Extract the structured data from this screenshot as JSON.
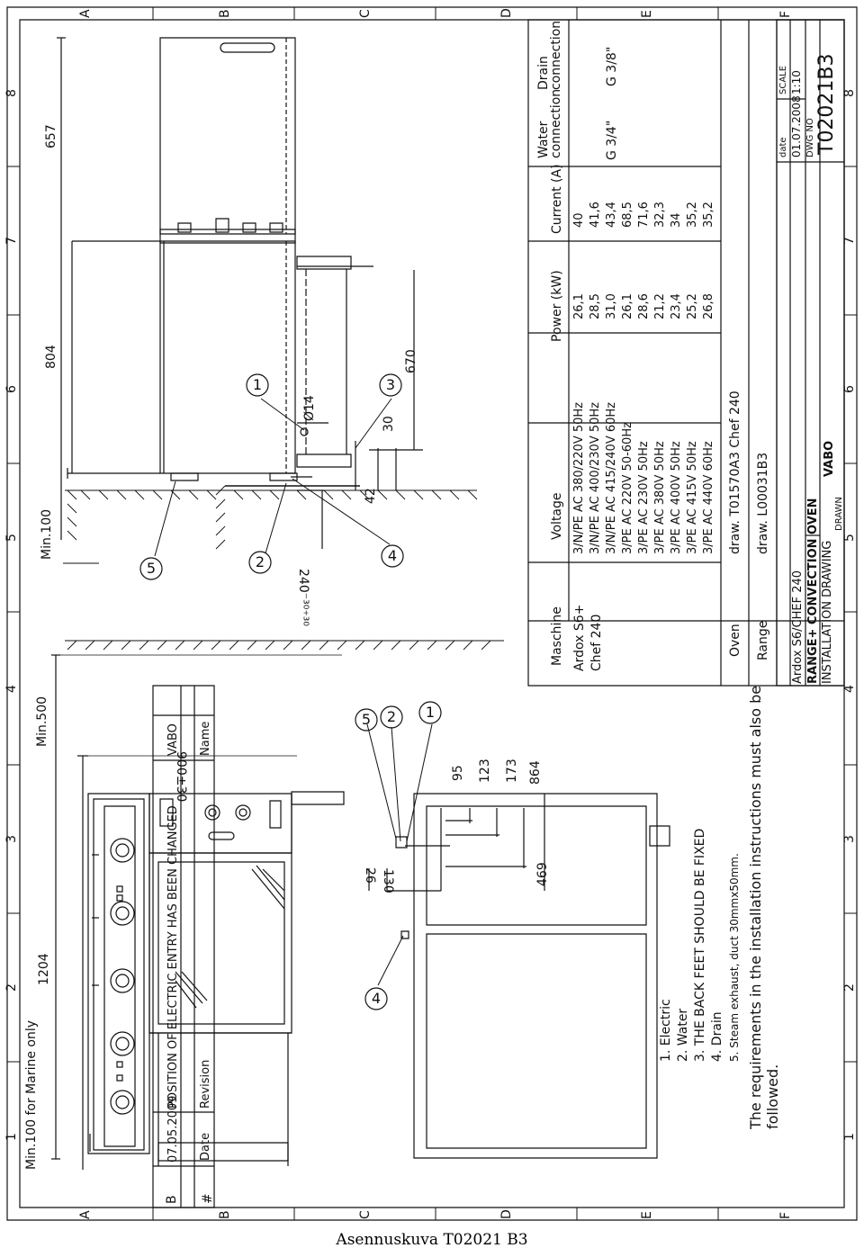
{
  "frame": {
    "zones_top": [
      "A",
      "B",
      "C",
      "D",
      "E",
      "F"
    ],
    "zones_bottom": [
      "A",
      "B",
      "C",
      "D",
      "E",
      "F"
    ],
    "columns": [
      "1",
      "2",
      "3",
      "4",
      "5",
      "6",
      "7",
      "8"
    ],
    "row_labels": [
      "8",
      "7",
      "6",
      "5",
      "4",
      "3",
      "2",
      "1"
    ]
  },
  "dimensions": {
    "d657": "657",
    "d804": "804",
    "d670": "670",
    "d30": "30",
    "d42": "42",
    "d240": "240⁻³⁰⁺³⁰",
    "phi14": "Ø14",
    "min100": "Min.100",
    "min500": "Min.500",
    "min100marine": "Min.100 for Marine only",
    "d1204": "1204",
    "d900": "900±30",
    "d95": "95",
    "d123": "123",
    "d173": "173",
    "d864": "864",
    "d469": "469",
    "d26": "26",
    "d130": "130"
  },
  "callouts": [
    "1",
    "2",
    "3",
    "4",
    "5"
  ],
  "notes": {
    "items": [
      "1. Electric",
      "2. Water",
      "3. THE BACK FEET SHOULD BE FIXED",
      "4. Drain",
      "5. Steam exhaust, duct 30mmx50mm."
    ],
    "requirement_line1": "The requirements in the installation instructions must also be",
    "requirement_line2": "followed."
  },
  "table": {
    "headers": {
      "machine": "Maschine",
      "voltage": "Voltage",
      "power": "Power (kW)",
      "current": "Current (A)",
      "water": "Water connection",
      "drain": "Drain connection"
    },
    "machines": [
      "Ardox S6+",
      "Chef 240"
    ],
    "rows": [
      {
        "voltage": "3/N/PE AC 380/220V 50Hz",
        "power": "26,1",
        "current": "40"
      },
      {
        "voltage": "3/N/PE AC 400/230V 50Hz",
        "power": "28,5",
        "current": "41,6"
      },
      {
        "voltage": "3/N/PE AC 415/240V 60Hz",
        "power": "31,0",
        "current": "43,4"
      },
      {
        "voltage": "3/PE AC 220V 50-60Hz",
        "power": "26,1",
        "current": "68,5"
      },
      {
        "voltage": "3/PE AC 230V 50Hz",
        "power": "28,6",
        "current": "71,6"
      },
      {
        "voltage": "3/PE AC 380V 50Hz",
        "power": "21,2",
        "current": "32,3"
      },
      {
        "voltage": "3/PE AC 400V 50Hz",
        "power": "23,4",
        "current": "34"
      },
      {
        "voltage": "3/PE AC 415V 50Hz",
        "power": "25,2",
        "current": "35,2"
      },
      {
        "voltage": "3/PE AC 440V 60Hz",
        "power": "26,8",
        "current": "35,2"
      }
    ],
    "water_value": "G 3/4\"",
    "drain_value": "G 3/8\"",
    "oven_label": "Oven",
    "oven_value": "draw. T01570A3   Chef 240",
    "range_label": "Range",
    "range_value": "draw. L00031B3"
  },
  "revision": {
    "rev": "B",
    "date": "07.05.2009",
    "description": "POSITION OF ELECTRIC ENTRY HAS BEEN CHANGED",
    "name": "VABO",
    "hdr_hash": "#",
    "hdr_date": "Date",
    "hdr_revision": "Revision",
    "hdr_name": "Name"
  },
  "title_block": {
    "title_line1": "Ardox S6/CHEF 240",
    "title_line2": "RANGE+ CONVECTION OVEN",
    "title_line3": "INSTALLATION DRAWING",
    "drawn_label": "DRAWN",
    "drawn_value": "VABO",
    "date_label": "date",
    "date_value": "01.07.2008",
    "scale_label": "SCALE",
    "scale_value": "1:10",
    "dwg_label": "DWG NO",
    "dwg_value": "T02021B3"
  },
  "caption": "Asennuskuva T02021 B3"
}
